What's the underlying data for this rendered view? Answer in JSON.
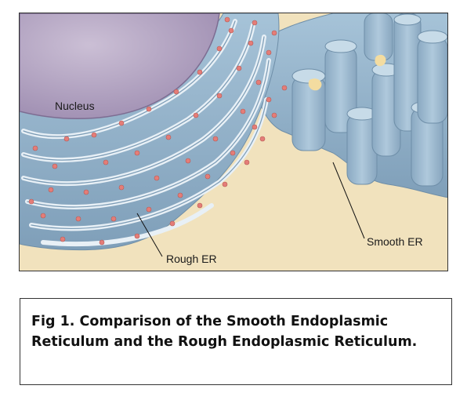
{
  "diagram": {
    "labels": {
      "nucleus": "Nucleus",
      "rough_er": "Rough ER",
      "smooth_er": "Smooth ER"
    },
    "colors": {
      "background": "#f1e2bd",
      "nucleus": "#a898b8",
      "er_membrane": "#8fb0c8",
      "ribosome": "#e47d78"
    }
  },
  "caption": {
    "text": "Fig 1. Comparison of the Smooth Endoplasmic Reticulum and the Rough Endoplasmic Reticulum."
  }
}
